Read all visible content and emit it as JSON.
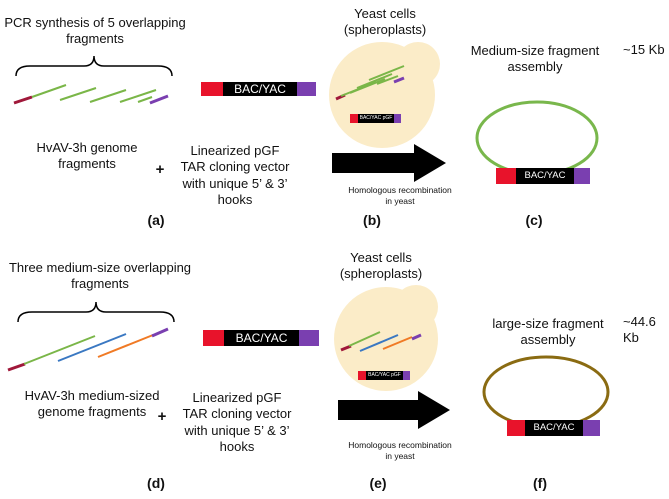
{
  "colors": {
    "red": "#e8132b",
    "black": "#000000",
    "purple": "#7a3fb0",
    "green": "#7ab648",
    "blue": "#3a78c2",
    "orange": "#f07a25",
    "cell": "#fbecc8",
    "ring_top": "#79b74c",
    "ring_bottom": "#8a6b12",
    "darkred": "#a0183a"
  },
  "top": {
    "pcr_label": "PCR synthesis of 5 overlapping fragments",
    "genome_label": "HvAV-3h genome fragments",
    "plus": "+",
    "vector_label": "Linearized pGF TAR cloning vector with unique 5’ & 3’ hooks",
    "vector_bar": "BAC/YAC pGF",
    "cells_label": "Yeast cells (spheroplasts)",
    "mini_bar": "BAC/YAC pGF",
    "recomb_label": "Homologous recombination in yeast",
    "assembly_label": "Medium-size fragment assembly",
    "size_label": "~15 Kb",
    "ring_bar": "BAC/YAC pGF",
    "panel_a": "(a)",
    "panel_b": "(b)",
    "panel_c": "(c)"
  },
  "bottom": {
    "pcr_label": "Three medium-size overlapping fragments",
    "genome_label": "HvAV-3h medium-sized genome fragments",
    "plus": "+",
    "vector_label": "Linearized pGF TAR cloning vector with unique 5’ & 3’ hooks",
    "vector_bar": "BAC/YAC pGF",
    "cells_label": "Yeast cells (spheroplasts)",
    "mini_bar": "BAC/YAC pGF",
    "recomb_label": "Homologous recombination in yeast",
    "assembly_label": "large-size fragment assembly",
    "size_label": "~44.6 Kb",
    "ring_bar": "BAC/YAC pGF",
    "panel_d": "(d)",
    "panel_e": "(e)",
    "panel_f": "(f)"
  }
}
